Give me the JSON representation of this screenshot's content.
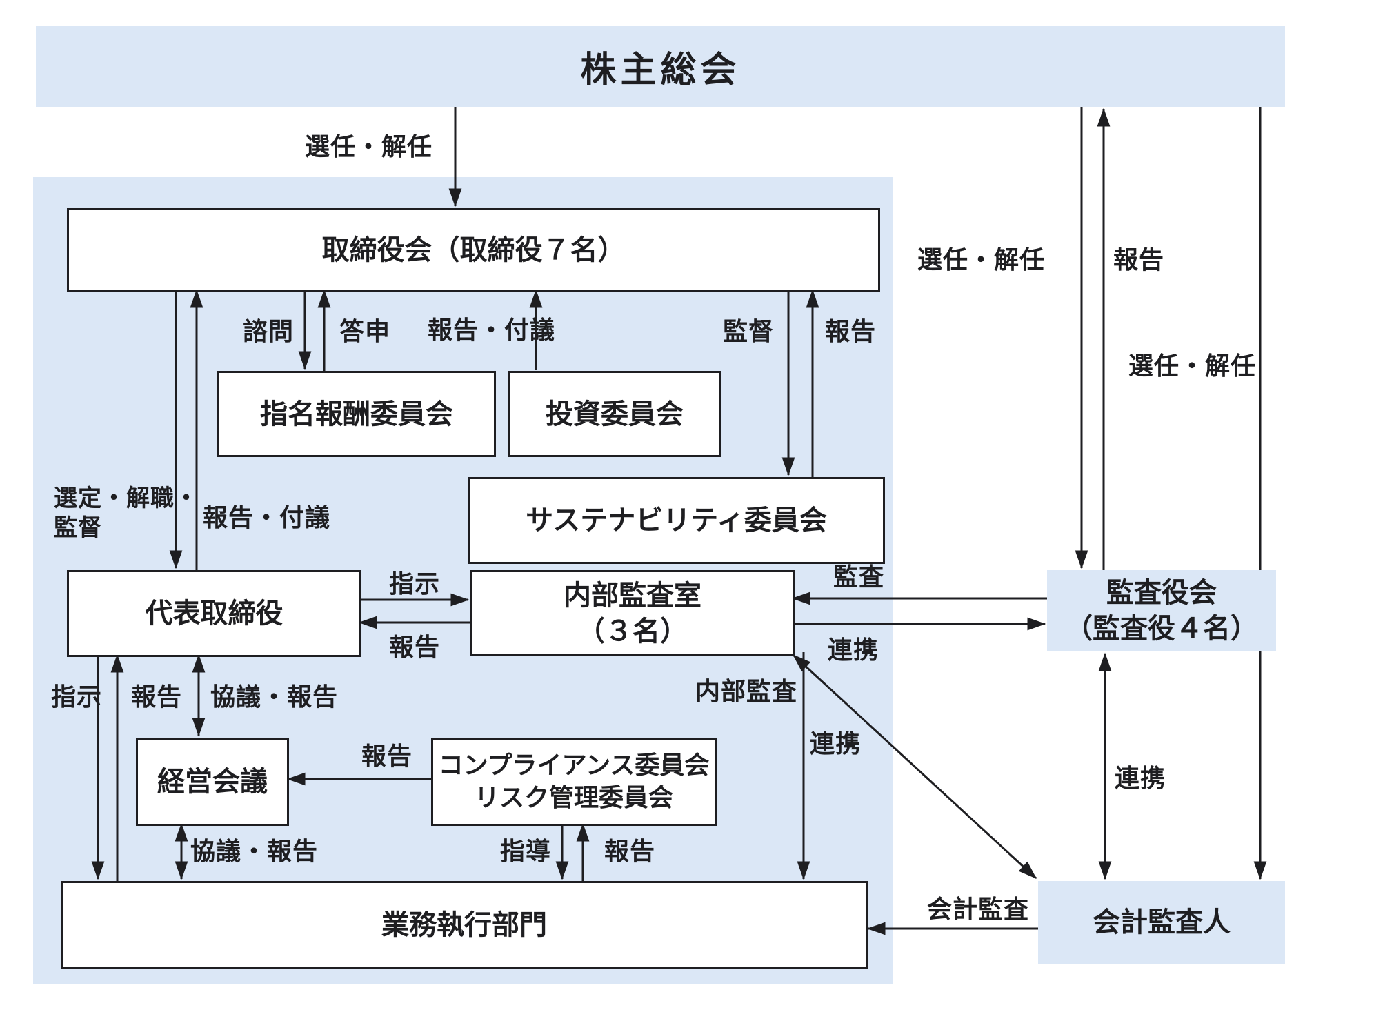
{
  "colors": {
    "panel_blue": "#dbe7f6",
    "line_black": "#1e1e21",
    "box_white": "#ffffff"
  },
  "banner": {
    "label": "株主総会"
  },
  "boxes": {
    "board": {
      "label": "取締役会（取締役７名）"
    },
    "nomination_committee": {
      "label": "指名報酬委員会"
    },
    "investment_committee": {
      "label": "投資委員会"
    },
    "sustainability_committee": {
      "label": "サステナビリティ委員会"
    },
    "ceo": {
      "label": "代表取締役"
    },
    "internal_audit_office": {
      "line1": "内部監査室",
      "line2": "（３名）"
    },
    "management_meeting": {
      "label": "経営会議"
    },
    "compliance_committee": {
      "line1": "コンプライアンス委員会",
      "line2": "リスク管理委員会"
    },
    "execution_division": {
      "label": "業務執行部門"
    },
    "audit_board": {
      "line1": "監査役会",
      "line2": "（監査役４名）"
    },
    "accounting_auditor": {
      "label": "会計監査人"
    }
  },
  "edge_labels": {
    "appoint_dismiss": "選任・解任",
    "report": "報告",
    "consult": "諮問",
    "reply": "答申",
    "report_refer": "報告・付議",
    "supervise": "監督",
    "select_dismiss_supervise": "選定・解職・\n監督",
    "instruct": "指示",
    "consult_report": "協議・報告",
    "guide": "指導",
    "internal_audit": "内部監査",
    "audit": "監査",
    "cooperate": "連携",
    "accounting_audit": "会計監査"
  }
}
